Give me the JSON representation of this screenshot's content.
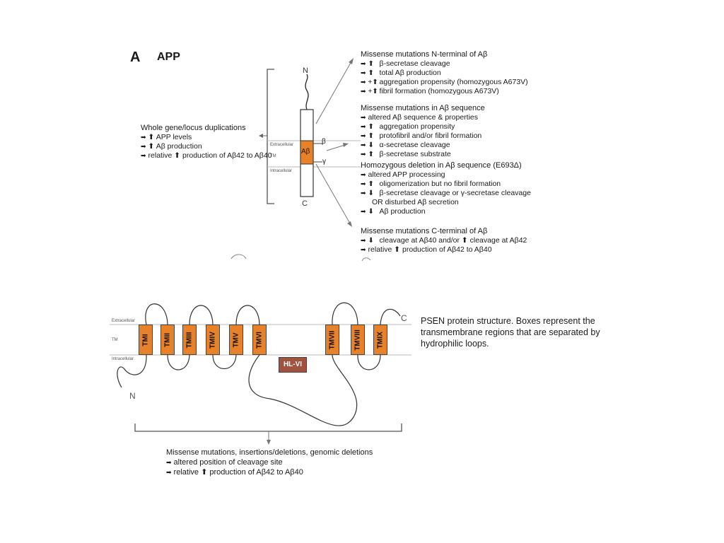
{
  "panel": {
    "letter": "A",
    "title": "APP"
  },
  "app_diagram": {
    "n_terminus": "N",
    "c_terminus": "C",
    "abeta_label": "Aβ",
    "beta_site": "β",
    "gamma_site": "γ",
    "regions": {
      "extracellular": "Extracellular",
      "tm": "TM",
      "intracellular": "Intracellular"
    }
  },
  "duplications": {
    "title": "Whole gene/locus duplications",
    "items": [
      {
        "prefix": "⬆",
        "text": "APP levels"
      },
      {
        "prefix": "⬆",
        "text": "Aβ production"
      },
      {
        "prefix": "",
        "text": "relative ⬆ production of Aβ42 to Aβ40"
      }
    ]
  },
  "n_terminal": {
    "title": "Missense mutations N-terminal of Aβ",
    "items": [
      {
        "prefix": "⬆",
        "text": "β-secretase cleavage"
      },
      {
        "prefix": "⬆",
        "text": "total Aβ production"
      },
      {
        "prefix": "+⬆",
        "text": "aggregation propensity (homozygous A673V)"
      },
      {
        "prefix": "+⬆",
        "text": "fibril formation (homozygous A673V)"
      }
    ]
  },
  "in_abeta": {
    "title": "Missense mutations in Aβ sequence",
    "items": [
      {
        "prefix": "",
        "text": "altered Aβ sequence & properties"
      },
      {
        "prefix": "⬆",
        "text": "aggregation propensity"
      },
      {
        "prefix": "⬆",
        "text": "protofibril and/or fibril formation"
      },
      {
        "prefix": "⬇",
        "text": "α-secretase cleavage"
      },
      {
        "prefix": "⬆",
        "text": "β-secretase substrate"
      }
    ]
  },
  "deletion": {
    "title": "Homozygous deletion in Aβ sequence (E693Δ)",
    "items": [
      {
        "prefix": "",
        "text": "altered APP processing"
      },
      {
        "prefix": "⬆",
        "text": "oligomerization but no fibril formation"
      },
      {
        "prefix": "⬇",
        "text": "β-secretase cleavage or γ-secretase cleavage"
      }
    ],
    "or_line": "OR disturbed Aβ secretion",
    "last": {
      "prefix": "⬇",
      "text": "Aβ production"
    }
  },
  "c_terminal": {
    "title": "Missense mutations C-terminal of Aβ",
    "items": [
      {
        "prefix": "⬇",
        "text": "cleavage at Aβ40 and/or ⬆ cleavage at Aβ42"
      },
      {
        "prefix": "",
        "text": "relative ⬆ production of Aβ42 to Aβ40"
      }
    ]
  },
  "psen": {
    "regions": {
      "extracellular": "Extracellular",
      "tm": "TM",
      "intracellular": "Intracellular"
    },
    "n_terminus": "N",
    "c_terminus": "C",
    "tm_domains": [
      "TMI",
      "TMII",
      "TMIII",
      "TMIV",
      "TMV",
      "TMVI",
      "TMVII",
      "TMVIII",
      "TMIX"
    ],
    "hydrophilic_loop": "HL-VI",
    "mutations": {
      "title": "Missense mutations, insertions/deletions, genomic deletions",
      "items": [
        {
          "prefix": "",
          "text": "altered position of cleavage site"
        },
        {
          "prefix": "",
          "text": "relative ⬆ production of Aβ42 to Aβ40"
        }
      ]
    }
  },
  "caption": "PSEN protein structure. Boxes represent the transmembrane regions that are separated by hydrophilic loops.",
  "icons": {
    "bullet": "bullet-arrow-icon"
  },
  "colors": {
    "tm_orange": "#e8822a",
    "hl_brown": "#a0533e",
    "line_gray": "#666666"
  }
}
